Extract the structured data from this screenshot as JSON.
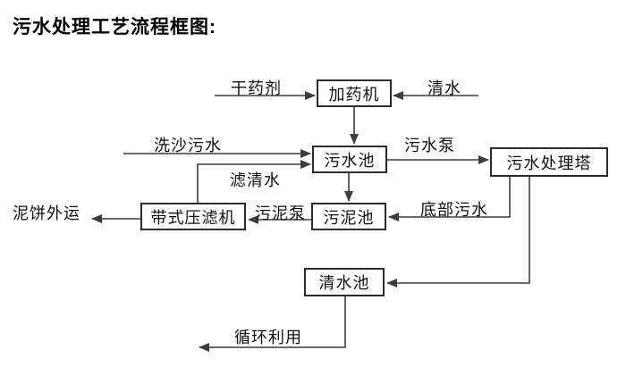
{
  "title": "污水处理工艺流程框图:",
  "diagram": {
    "type": "flowchart",
    "nodes": [
      {
        "id": "dosing-machine",
        "label": "加药机"
      },
      {
        "id": "sewage-pool",
        "label": "污水池"
      },
      {
        "id": "treatment-tower",
        "label": "污水处理塔"
      },
      {
        "id": "sludge-pool",
        "label": "污泥池"
      },
      {
        "id": "belt-filter-press",
        "label": "带式压滤机"
      },
      {
        "id": "clean-water-pool",
        "label": "清水池"
      }
    ],
    "flow_labels": [
      {
        "id": "dry-chemical",
        "label": "干药剂"
      },
      {
        "id": "clean-water",
        "label": "清水"
      },
      {
        "id": "sand-washing-sewage",
        "label": "洗沙污水"
      },
      {
        "id": "sewage-pump",
        "label": "污水泵"
      },
      {
        "id": "filtered-water",
        "label": "滤清水"
      },
      {
        "id": "sludge-pump",
        "label": "污泥泵"
      },
      {
        "id": "bottom-sewage",
        "label": "底部污水"
      },
      {
        "id": "mud-cake-out",
        "label": "泥饼外运"
      },
      {
        "id": "recycle-use",
        "label": "循环利用"
      }
    ],
    "colors": {
      "line": "#3d3d3d",
      "box_border": "#2b2b2b",
      "text": "#111111",
      "background": "#ffffff"
    }
  }
}
